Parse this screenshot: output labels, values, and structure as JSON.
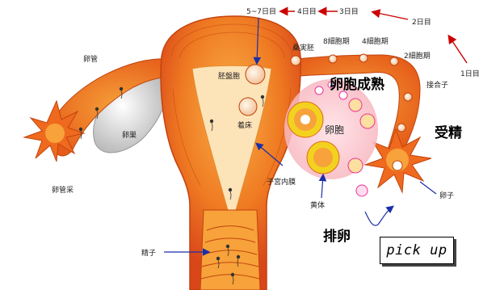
{
  "labels": {
    "day57": "5~7日目",
    "day4": "4日目",
    "day3": "3日目",
    "day2": "2日目",
    "day1": "1日目",
    "morula": "桑実胚",
    "cell8": "8細胞期",
    "cell4": "4細胞期",
    "cell2": "2細胞期",
    "zygote": "接合子",
    "blastocyst": "胚盤胞",
    "implant": "着床",
    "tube": "卵管",
    "ovary": "卵巣",
    "fimbria": "卵管采",
    "follicle_mature": "卵胞成熟",
    "follicle": "卵胞",
    "fertilization": "受精",
    "corpus_luteum": "黄体",
    "endometrium": "子宮内膜",
    "ovum": "卵子",
    "ovulation": "排卵",
    "sperm": "精子",
    "pickup": "pick up"
  },
  "colors": {
    "uterus_outer": "#e8541c",
    "uterus_inner": "#f7a23a",
    "cavity": "#fde3b8",
    "follicle_ring": "#f2d21e",
    "accent_red": "#cc0000"
  }
}
